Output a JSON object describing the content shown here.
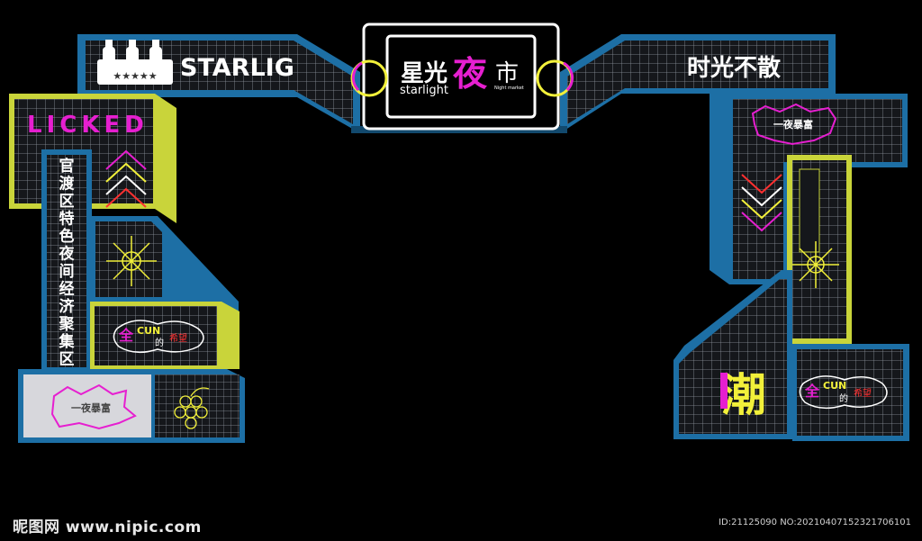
{
  "sign": {
    "brand_text": "STARLIG",
    "center_title_a": "星光",
    "center_title_b": "夜",
    "center_title_c": "市",
    "center_sub": "starlight",
    "center_sub_small": "Night market",
    "right_slogan": "时光不散",
    "licked": "LICKED",
    "vertical_text": "官渡区特色夜间经济聚集区",
    "bubble_text": "一夜暴富",
    "chao": "潮",
    "quan_a": "全",
    "quan_b": "CUN",
    "quan_c": "的",
    "quan_d": "希望"
  },
  "watermark": {
    "left": "昵图网 www.nipic.com",
    "right": "ID:21125090 NO:20210407152321706101"
  },
  "colors": {
    "blue": "#1d6fa5",
    "blue_dark": "#12496d",
    "yellow": "#c9d43a",
    "magenta": "#e61fd0",
    "neon_yellow": "#f2f03a",
    "grid": "#9aa0a8",
    "panel": "#121418"
  }
}
